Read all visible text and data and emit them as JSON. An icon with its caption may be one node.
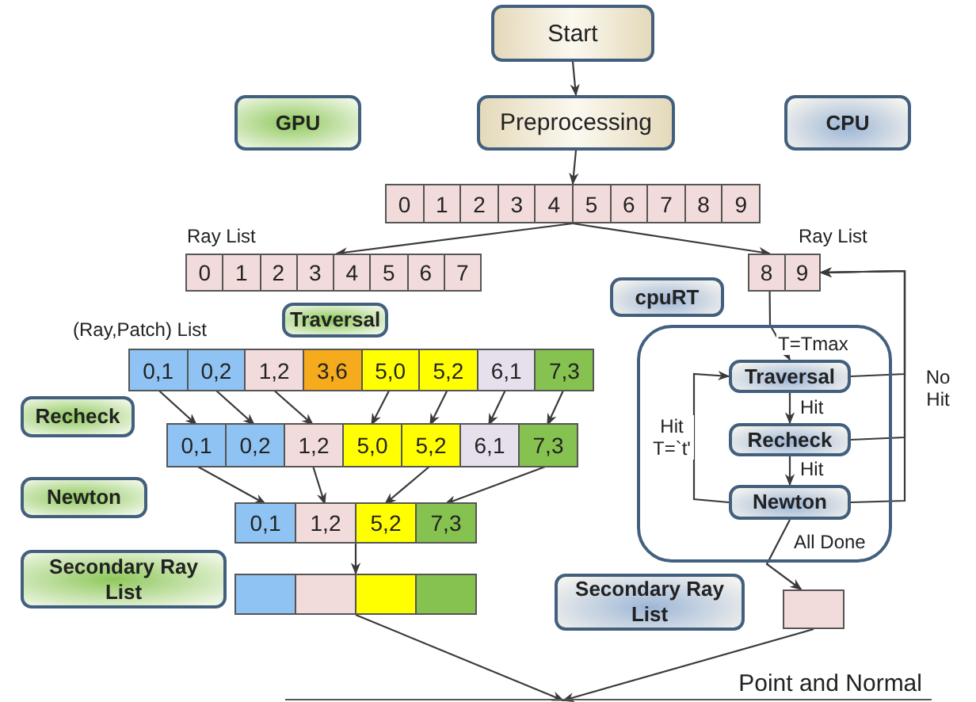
{
  "diagram": {
    "nodes": [
      {
        "text": [
          "Start"
        ]
      },
      {
        "text": [
          "Preprocessing"
        ]
      },
      {
        "text": [
          "GPU"
        ]
      },
      {
        "text": [
          "CPU"
        ]
      },
      {
        "text": [],
        "shape": "bar"
      },
      {
        "text": [
          "0"
        ],
        "in": 4
      },
      {
        "text": [
          "1"
        ],
        "in": 4
      },
      {
        "text": [
          "2"
        ],
        "in": 4
      },
      {
        "text": [
          "3"
        ],
        "in": 4
      },
      {
        "text": [
          "4"
        ],
        "in": 4
      },
      {
        "text": [
          "5"
        ],
        "in": 4
      },
      {
        "text": [
          "6"
        ],
        "in": 4
      },
      {
        "text": [
          "7"
        ],
        "in": 4
      },
      {
        "text": [
          "8"
        ],
        "in": 4
      },
      {
        "text": [
          "9"
        ],
        "in": 4
      },
      {
        "text": [],
        "shape": "bar",
        "beside": [
          "Ray List"
        ]
      },
      {
        "text": [
          "0"
        ],
        "in": 15
      },
      {
        "text": [
          "1"
        ],
        "in": 15
      },
      {
        "text": [
          "2"
        ],
        "in": 15
      },
      {
        "text": [
          "3"
        ],
        "in": 15
      },
      {
        "text": [
          "4"
        ],
        "in": 15
      },
      {
        "text": [
          "5"
        ],
        "in": 15
      },
      {
        "text": [
          "6"
        ],
        "in": 15
      },
      {
        "text": [
          "7"
        ],
        "in": 15
      },
      {
        "text": [],
        "shape": "bar",
        "beside": [
          "Ray List"
        ]
      },
      {
        "text": [
          "8"
        ],
        "in": 24
      },
      {
        "text": [
          "9"
        ],
        "in": 24
      },
      {
        "text": [
          "Traversal"
        ]
      },
      {
        "text": [],
        "shape": "bar",
        "beside": [
          "(Ray,Patch) List"
        ]
      },
      {
        "text": [
          "0,1"
        ],
        "in": 28
      },
      {
        "text": [
          "0,2"
        ],
        "in": 28
      },
      {
        "text": [
          "1,2"
        ],
        "in": 28
      },
      {
        "text": [
          "3,6"
        ],
        "in": 28
      },
      {
        "text": [
          "5,0"
        ],
        "in": 28
      },
      {
        "text": [
          "5,2"
        ],
        "in": 28
      },
      {
        "text": [
          "6,1"
        ],
        "in": 28
      },
      {
        "text": [
          "7,3"
        ],
        "in": 28
      },
      {
        "text": [
          "Recheck"
        ]
      },
      {
        "text": [],
        "shape": "bar"
      },
      {
        "text": [
          "0,1"
        ],
        "in": 38
      },
      {
        "text": [
          "0,2"
        ],
        "in": 38
      },
      {
        "text": [
          "1,2"
        ],
        "in": 38
      },
      {
        "text": [
          "5,0"
        ],
        "in": 38
      },
      {
        "text": [
          "5,2"
        ],
        "in": 38
      },
      {
        "text": [
          "6,1"
        ],
        "in": 38
      },
      {
        "text": [
          "7,3"
        ],
        "in": 38
      },
      {
        "text": [
          "Newton"
        ]
      },
      {
        "text": [],
        "shape": "bar"
      },
      {
        "text": [
          "0,1"
        ],
        "in": 47
      },
      {
        "text": [
          "1,2"
        ],
        "in": 47
      },
      {
        "text": [
          "5,2"
        ],
        "in": 47
      },
      {
        "text": [
          "7,3"
        ],
        "in": 47
      },
      {
        "text": [
          "Secondary Ray List"
        ]
      },
      {
        "text": [],
        "shape": "bar"
      },
      {
        "text": [],
        "shape": "box",
        "in": 53
      },
      {
        "text": [],
        "shape": "box",
        "in": 53
      },
      {
        "text": [],
        "shape": "box",
        "in": 53
      },
      {
        "text": [],
        "shape": "box",
        "in": 53
      },
      {
        "text": [
          "cpuRT"
        ]
      },
      {
        "text": [],
        "shape": "box"
      },
      {
        "text": [
          "Traversal"
        ],
        "in": 59
      },
      {
        "text": [
          "Recheck"
        ],
        "in": 59
      },
      {
        "text": [
          "Newton"
        ],
        "in": 59
      },
      {
        "text": [
          "Secondary Ray List"
        ]
      },
      {
        "text": [],
        "shape": "box"
      },
      {
        "text": [
          "Point and Normal"
        ]
      }
    ],
    "edges": [
      {
        "from": 0,
        "to": 1,
        "arrow": "to"
      },
      {
        "from": 1,
        "to": 4,
        "arrow": "to"
      },
      {
        "from": 4,
        "to": 15,
        "arrow": "to"
      },
      {
        "from": 4,
        "to": 24,
        "arrow": "to"
      },
      {
        "from": 24,
        "to": 60,
        "arrow": "to",
        "label": "T=Tmax"
      },
      {
        "from": 60,
        "to": 24,
        "arrow": "to",
        "label": "No Hit"
      },
      {
        "from": 61,
        "to": 24,
        "arrow": "to"
      },
      {
        "from": 62,
        "to": 24,
        "arrow": "to"
      },
      {
        "from": 60,
        "to": 61,
        "arrow": "to",
        "label": "Hit"
      },
      {
        "from": 61,
        "to": 62,
        "arrow": "to",
        "label": "Hit"
      },
      {
        "from": 62,
        "to": 60,
        "arrow": "to",
        "label": "Hit T=`t'"
      },
      {
        "from": 62,
        "to": 64,
        "arrow": "to",
        "label": "All Done"
      },
      {
        "from": 29,
        "to": 39,
        "arrow": "to"
      },
      {
        "from": 30,
        "to": 40,
        "arrow": "to"
      },
      {
        "from": 31,
        "to": 41,
        "arrow": "to"
      },
      {
        "from": 33,
        "to": 42,
        "arrow": "to"
      },
      {
        "from": 34,
        "to": 43,
        "arrow": "to"
      },
      {
        "from": 35,
        "to": 44,
        "arrow": "to"
      },
      {
        "from": 36,
        "to": 45,
        "arrow": "to"
      },
      {
        "from": 39,
        "to": 48,
        "arrow": "to"
      },
      {
        "from": 41,
        "to": 49,
        "arrow": "to"
      },
      {
        "from": 43,
        "to": 50,
        "arrow": "to"
      },
      {
        "from": 45,
        "to": 51,
        "arrow": "to"
      },
      {
        "from": 47,
        "to": 53,
        "arrow": "to"
      },
      {
        "from": 53,
        "to": 65,
        "arrow": "to"
      },
      {
        "from": 64,
        "to": 65,
        "arrow": "to"
      }
    ]
  }
}
